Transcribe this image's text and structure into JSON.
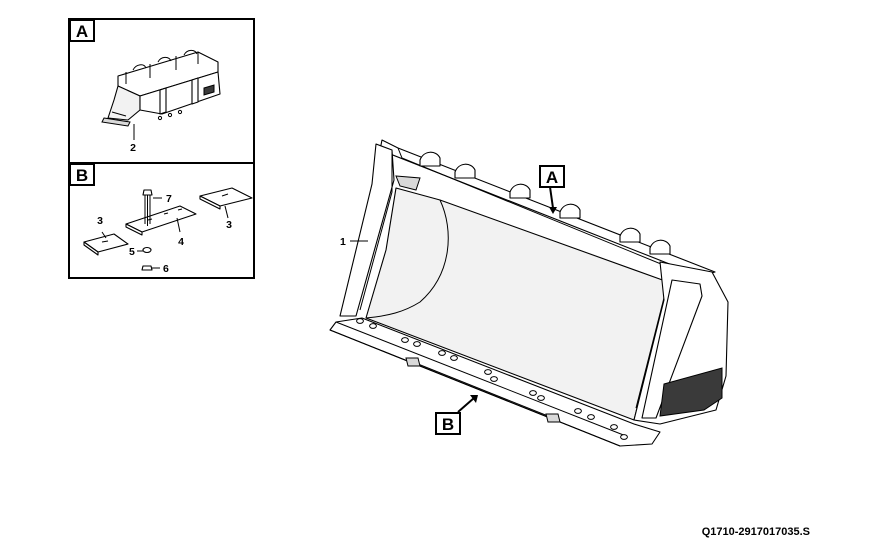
{
  "figure_code": "Q1710-2917017035.S",
  "detail_a": {
    "letter": "A",
    "callouts": [
      {
        "num": "2"
      }
    ]
  },
  "detail_b": {
    "letter": "B",
    "callouts": [
      {
        "num": "7"
      },
      {
        "num": "3"
      },
      {
        "num": "3"
      },
      {
        "num": "4"
      },
      {
        "num": "5"
      },
      {
        "num": "6"
      }
    ]
  },
  "main_view": {
    "callouts": [
      {
        "num": "1"
      }
    ],
    "markers": [
      {
        "letter": "A"
      },
      {
        "letter": "B"
      }
    ]
  }
}
